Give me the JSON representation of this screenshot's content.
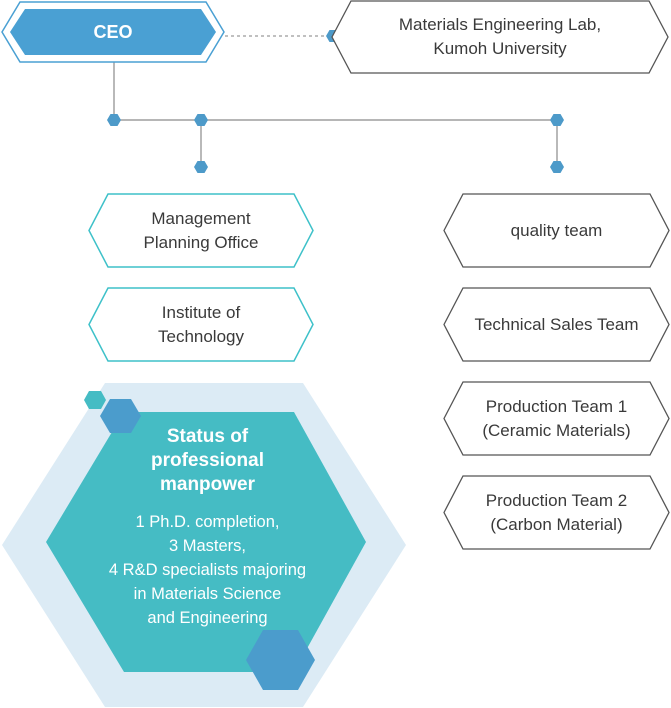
{
  "ceo": {
    "label": "CEO"
  },
  "affiliate": {
    "label": "Materials Engineering Lab,\nKumoh University"
  },
  "left_units": [
    {
      "label": "Management\nPlanning Office"
    },
    {
      "label": "Institute of\nTechnology"
    }
  ],
  "right_units": [
    {
      "label": "quality team"
    },
    {
      "label": "Technical Sales Team"
    },
    {
      "label": "Production Team 1\n(Ceramic Materials)"
    },
    {
      "label": "Production Team 2\n(Carbon Material)"
    }
  ],
  "manpower": {
    "title": "Status of\nprofessional\nmanpower",
    "details": "1 Ph.D. completion,\n3 Masters,\n4 R&D specialists majoring\nin Materials Science\nand Engineering"
  },
  "colors": {
    "ceo_fill": "#4aa0d3",
    "teal_border": "#3ec1c9",
    "gray_border": "#555555",
    "node_dot": "#4d9ac9",
    "manpower_fill": "#45bcc4",
    "manpower_halo": "#dcebf5",
    "accent_blue": "#4b9ccc",
    "accent_teal": "#45bcc4"
  },
  "icons": [
    "connector-node-icon",
    "decorative-hexagon-icon"
  ]
}
